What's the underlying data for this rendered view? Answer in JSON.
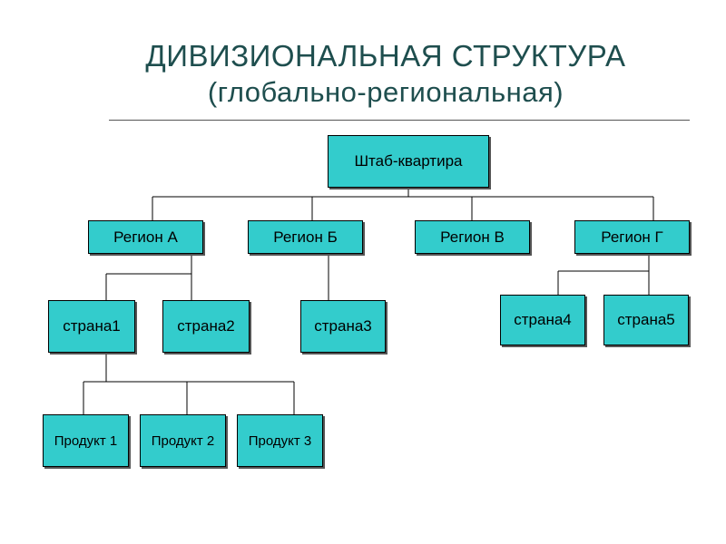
{
  "title": {
    "line1": "ДИВИЗИОНАЛЬНАЯ СТРУКТУРА",
    "line2": "(глобально-региональная)"
  },
  "nodes": {
    "hq": "Штаб-квартира",
    "region_a": "Регион А",
    "region_b": "Регион Б",
    "region_v": "Регион В",
    "region_g": "Регион Г",
    "country1": "страна1",
    "country2": "страна2",
    "country3": "страна3",
    "country4": "страна4",
    "country5": "страна5",
    "product1": "Продукт 1",
    "product2": "Продукт 2",
    "product3": "Продукт 3"
  },
  "colors": {
    "box_fill": "#33cccc",
    "title": "#1e4e4e"
  }
}
